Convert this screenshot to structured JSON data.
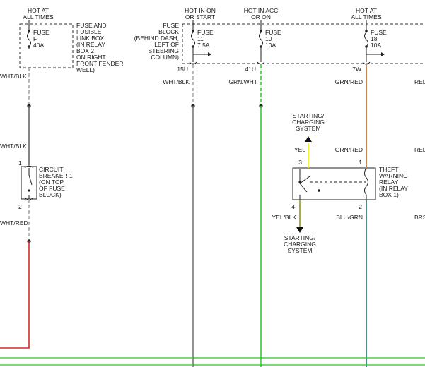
{
  "colors": {
    "wht_blk": "#a8a8a8",
    "wht_red": "#d42a2a",
    "grn_wht": "#33cc33",
    "grn_red": "#b5651d",
    "yel": "#f2ee00",
    "yel_blk": "#d8cc00",
    "blu_grn": "#2a6e6e",
    "ground": "#2fbf2f",
    "black": "#222222"
  },
  "fuse_f": {
    "hot_label": [
      "HOT AT",
      "ALL TIMES"
    ],
    "fuse_label": [
      "FUSE",
      "F",
      "40A"
    ],
    "box_label": [
      "FUSE AND",
      "FUSIBLE",
      "LINK BOX",
      "(IN RELAY",
      "BOX 2",
      "ON RIGHT",
      "FRONT FENDER",
      "WELL)"
    ]
  },
  "fuse_block": {
    "label": [
      "FUSE",
      "BLOCK",
      "(BEHIND DASH,",
      "LEFT OF",
      "STEERING",
      "COLUMN)"
    ]
  },
  "fuse_11": {
    "hot_label": [
      "HOT IN ON",
      "OR START"
    ],
    "fuse_label": [
      "FUSE",
      "11",
      "7.5A"
    ],
    "pin": "15U",
    "wire": "WHT/BLK"
  },
  "fuse_10": {
    "hot_label": [
      "HOT IN ACC",
      "OR ON"
    ],
    "fuse_label": [
      "FUSE",
      "10",
      "10A"
    ],
    "pin": "41U",
    "wire": "GRN/WHT"
  },
  "fuse_18": {
    "hot_label": [
      "HOT AT",
      "ALL TIMES"
    ],
    "fuse_label": [
      "FUSE",
      "18",
      "10A"
    ],
    "pin": "7W",
    "wire": "GRN/RED"
  },
  "left_wires": {
    "top": "WHT/BLK",
    "middle": "WHT/BLK",
    "bottom": "WHT/RED"
  },
  "circuit_breaker": {
    "label": [
      "CIRCUIT",
      "BREAKER 1",
      "(ON TOP",
      "OF FUSE",
      "BLOCK)"
    ],
    "pin_top": "1",
    "pin_bottom": "2"
  },
  "starting_top": {
    "label": [
      "STARTING/",
      "CHARGING",
      "SYSTEM"
    ],
    "wire": "YEL"
  },
  "starting_bottom": {
    "label": [
      "STARTING/",
      "CHARGING",
      "SYSTEM"
    ],
    "wire": "YEL/BLK"
  },
  "relay": {
    "label": [
      "THEFT",
      "WARNING",
      "RELAY",
      "(IN RELAY",
      "BOX 1)"
    ],
    "pin_3": "3",
    "pin_1": "1",
    "pin_4": "4",
    "pin_2": "2",
    "wire_in": "GRN/RED",
    "wire_out": "BLU/GRN"
  },
  "right_edge": {
    "top": "RED",
    "middle": "RED",
    "bottom": "BRS"
  }
}
